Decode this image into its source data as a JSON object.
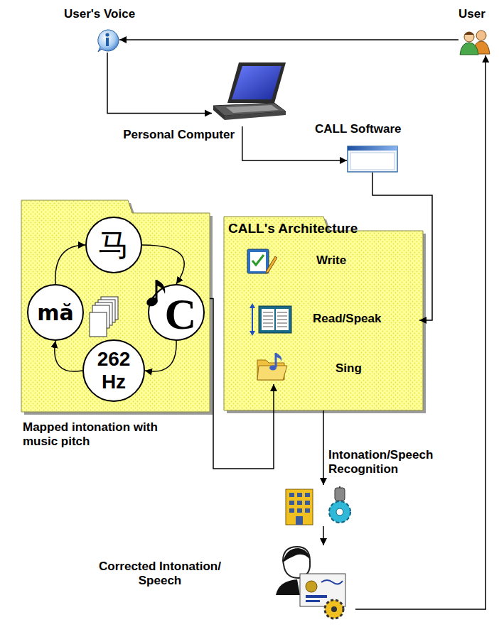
{
  "diagram": {
    "nodes": [
      {
        "text": [
          "User"
        ]
      },
      {
        "text": [
          "User's Voice"
        ]
      },
      {
        "text": [
          "Personal Computer"
        ]
      },
      {
        "text": [
          "CALL Software"
        ]
      },
      {
        "text": [
          "Mapped intonation with music pitch"
        ]
      },
      {
        "text": [
          "马"
        ],
        "in": 4
      },
      {
        "text": [
          "mă"
        ],
        "in": 4
      },
      {
        "text": [
          "C"
        ],
        "in": 4
      },
      {
        "text": [
          "262 Hz"
        ],
        "in": 4
      },
      {
        "text": [
          "CALL's Architecture"
        ]
      },
      {
        "text": [
          "Write"
        ],
        "in": 9
      },
      {
        "text": [
          "Read/Speak"
        ],
        "in": 9
      },
      {
        "text": [
          "Sing"
        ],
        "in": 9
      },
      {
        "text": [
          "Intonation/Speech Recognition"
        ]
      },
      {
        "text": [
          "Corrected Intonation/ Speech"
        ]
      }
    ],
    "edges": [
      {
        "from": 0,
        "to": 1,
        "arrow": "to"
      },
      {
        "from": 1,
        "to": 2,
        "arrow": "to"
      },
      {
        "from": 2,
        "to": 3,
        "arrow": "to"
      },
      {
        "from": 3,
        "to": 11,
        "arrow": "to"
      },
      {
        "from": 4,
        "to": 12,
        "arrow": "to"
      },
      {
        "from": 5,
        "to": 7,
        "arrow": "to"
      },
      {
        "from": 7,
        "to": 8,
        "arrow": "to"
      },
      {
        "from": 8,
        "to": 6,
        "arrow": "to"
      },
      {
        "from": 6,
        "to": 5,
        "arrow": "to"
      },
      {
        "from": 9,
        "to": 13,
        "arrow": "to"
      },
      {
        "from": 13,
        "to": 14,
        "arrow": "to"
      },
      {
        "from": 14,
        "to": 0,
        "arrow": "to"
      }
    ]
  }
}
